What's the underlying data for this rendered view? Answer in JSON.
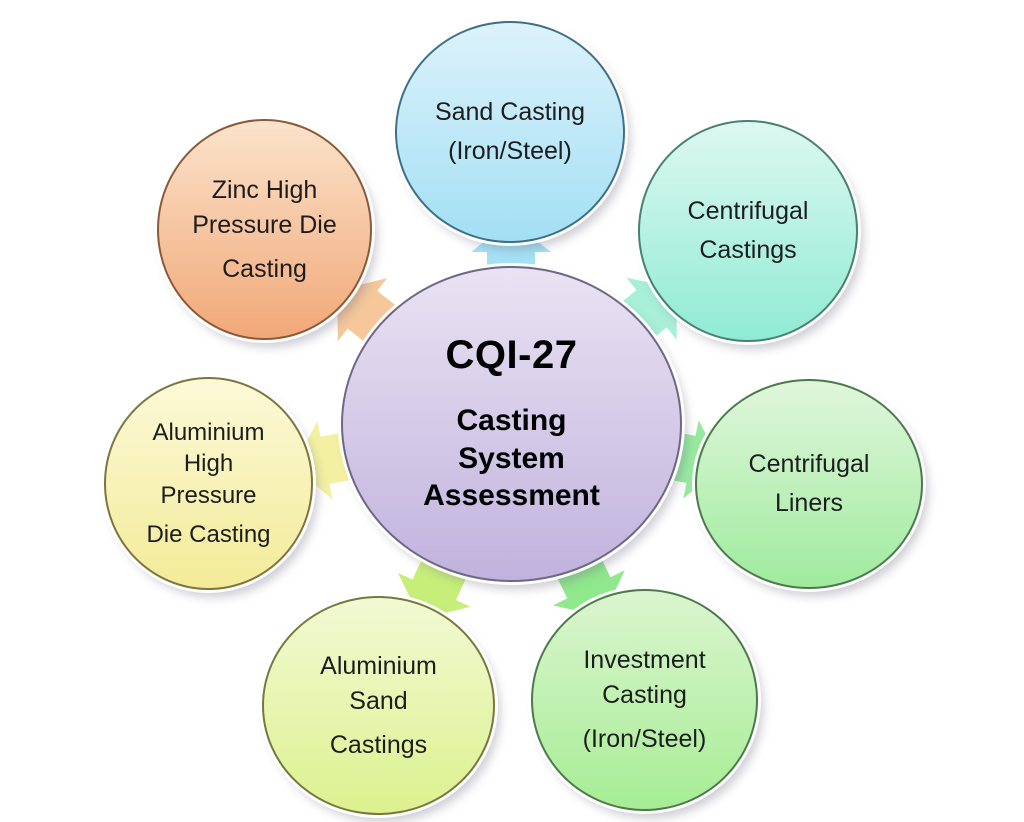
{
  "diagram": {
    "type": "radial-cycle",
    "title": "CQI-27 Casting System Assessment",
    "center": {
      "heading": "CQI-27",
      "line1": "Casting",
      "line2": "System",
      "line3": "Assessment",
      "fill": {
        "top": "#E9E3F3",
        "bottom": "#C1B2DD",
        "stroke": "#6e6884"
      },
      "text_color": "#000000"
    },
    "nodes": [
      {
        "id": "sand-casting",
        "label": "Sand Casting (Iron/Steel)",
        "lines": [
          "Sand Casting",
          "(Iron/Steel)"
        ],
        "fill": {
          "top": "#DCF2FB",
          "bottom": "#A3DFF4",
          "stroke": "#3f6f85"
        },
        "arrow_color": "#A5E1F4"
      },
      {
        "id": "centrifugal-castings",
        "label": "Centrifugal Castings",
        "lines": [
          "Centrifugal",
          "Castings"
        ],
        "fill": {
          "top": "#DDF8F0",
          "bottom": "#90EBD4",
          "stroke": "#49806f"
        },
        "arrow_color": "#A8EFD8"
      },
      {
        "id": "centrifugal-liners",
        "label": "Centrifugal Liners",
        "lines": [
          "Centrifugal",
          "Liners"
        ],
        "fill": {
          "top": "#E0F6DB",
          "bottom": "#9FEB9E",
          "stroke": "#4c7a4c"
        },
        "arrow_color": "#97E9A0"
      },
      {
        "id": "investment-casting",
        "label": "Investment Casting (Iron/Steel)",
        "lines": [
          "Investment",
          "Casting",
          "(Iron/Steel)"
        ],
        "fill": {
          "top": "#DBF5CF",
          "bottom": "#A6ED94",
          "stroke": "#4c7a4c"
        },
        "arrow_color": "#90E88D"
      },
      {
        "id": "aluminium-sand-castings",
        "label": "Aluminium Sand Castings",
        "lines": [
          "Aluminium",
          "Sand",
          "Castings"
        ],
        "fill": {
          "top": "#F2F9D3",
          "bottom": "#DDF18F",
          "stroke": "#76793f"
        },
        "arrow_color": "#C6EE79"
      },
      {
        "id": "aluminium-high-pressure-die-casting",
        "label": "Aluminium High Pressure Die Casting",
        "lines": [
          "Aluminium",
          "High",
          "Pressure",
          "Die Casting"
        ],
        "fill": {
          "top": "#FCF9D8",
          "bottom": "#F3EB98",
          "stroke": "#7d7540"
        },
        "arrow_color": "#F3F0A2"
      },
      {
        "id": "zinc-high-pressure-die-casting",
        "label": "Zinc High Pressure Die Casting",
        "lines": [
          "Zinc High",
          "Pressure Die",
          "Casting"
        ],
        "fill": {
          "top": "#FBE3CB",
          "bottom": "#F1A878",
          "stroke": "#8a5a3a"
        },
        "arrow_color": "#F5C79B"
      }
    ]
  }
}
